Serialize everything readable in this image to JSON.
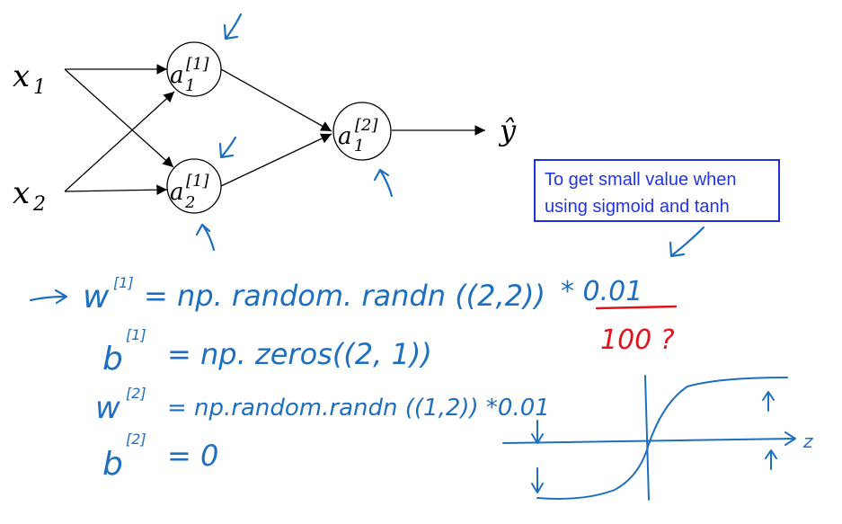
{
  "network": {
    "inputs": [
      {
        "base": "x",
        "sub": "1"
      },
      {
        "base": "x",
        "sub": "2"
      }
    ],
    "hidden": [
      {
        "base": "a",
        "sup": "[1]",
        "sub": "1"
      },
      {
        "base": "a",
        "sup": "[1]",
        "sub": "2"
      }
    ],
    "output_neuron": {
      "base": "a",
      "sup": "[2]",
      "sub": "1"
    },
    "output": {
      "base": "ŷ"
    }
  },
  "callout": {
    "line1": "To get small value when",
    "line2": "using sigmoid and tanh"
  },
  "handwriting": {
    "w1_eq": "= np. random. randn ((2,2))",
    "b1_eq": "= np. zeros((2, 1))",
    "w2_eq": "= np.random.randn ((1,2)) *0.01",
    "b2_eq": "= 0",
    "scale": "* 0.01",
    "alt_scale": "100 ?",
    "w_sym": "w",
    "b_sym": "b",
    "sup1": "[1]",
    "sup2": "[2]",
    "axis_label": "z"
  },
  "colors": {
    "ink_blue": "#1f6fc0",
    "ink_red": "#e0141e",
    "callout_blue": "#2335e0",
    "black": "#000000"
  },
  "icons": [
    "arrow-icon"
  ]
}
